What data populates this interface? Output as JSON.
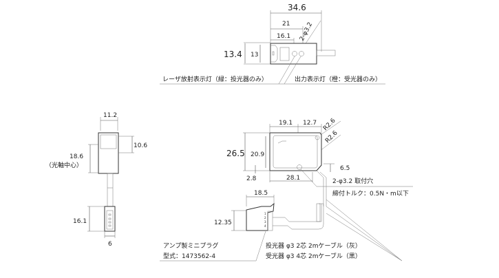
{
  "top_view": {
    "dim_overall_length": "34.6",
    "dim_to_output_lamp": "21",
    "dim_to_laser_lamp": "16.1",
    "dim_mount_holes": "2-φ3.2",
    "dim_height_outer": "13.4",
    "dim_height_inner": "13",
    "label_laser_indicator": "レーザ放射表示灯（緑：投光器のみ）",
    "label_output_indicator": "出力表示灯（橙：受光器のみ）"
  },
  "side_view": {
    "dim_width": "11.2",
    "dim_window": "10.6",
    "dim_optical_axis": "18.6",
    "label_optical_axis": "（光軸中心）",
    "dim_connector_length": "16.1",
    "dim_connector_width": "6"
  },
  "front_view": {
    "dim_left": "19.1",
    "dim_right": "12.7",
    "dim_radius_top": "R2.6",
    "dim_radius_bottom": "R2.6",
    "dim_height_outer": "26.5",
    "dim_height_inner": "20.9",
    "dim_offset": "2.8",
    "dim_hole_spacing": "28.1",
    "dim_hole_height": "6.5",
    "label_mount_holes": "2-φ3.2 取付穴",
    "label_torque": "締付トルク：0.5N・m以下",
    "dim_plug_length": "18.5",
    "dim_plug_height": "12.35",
    "plug_pins": [
      "1",
      "2",
      "3",
      "4"
    ],
    "label_plug_line1": "アンプ製ミニプラグ",
    "label_plug_line2": "型式：1473562-4",
    "label_cable_emitter": "投光器  φ3 2芯 2mケーブル（灰）",
    "label_cable_receiver": "受光器  φ3 4芯 2mケーブル（黒）"
  }
}
